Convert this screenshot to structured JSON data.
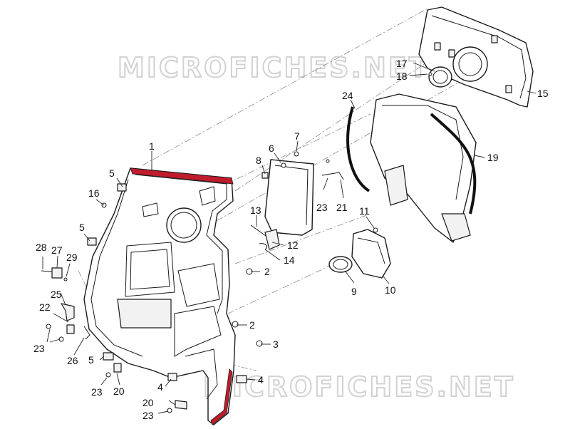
{
  "watermark": "MICROFICHES.NET",
  "accent_color": "#c01c2c",
  "callouts": [
    {
      "id": "c1",
      "label": "1"
    },
    {
      "id": "c2a",
      "label": "2"
    },
    {
      "id": "c2b",
      "label": "2"
    },
    {
      "id": "c3",
      "label": "3"
    },
    {
      "id": "c4a",
      "label": "4"
    },
    {
      "id": "c4b",
      "label": "4"
    },
    {
      "id": "c5a",
      "label": "5"
    },
    {
      "id": "c5b",
      "label": "5"
    },
    {
      "id": "c5c",
      "label": "5"
    },
    {
      "id": "c6",
      "label": "6"
    },
    {
      "id": "c7",
      "label": "7"
    },
    {
      "id": "c8",
      "label": "8"
    },
    {
      "id": "c9",
      "label": "9"
    },
    {
      "id": "c10",
      "label": "10"
    },
    {
      "id": "c11",
      "label": "11"
    },
    {
      "id": "c12",
      "label": "12"
    },
    {
      "id": "c13",
      "label": "13"
    },
    {
      "id": "c14",
      "label": "14"
    },
    {
      "id": "c15",
      "label": "15"
    },
    {
      "id": "c16",
      "label": "16"
    },
    {
      "id": "c17",
      "label": "17"
    },
    {
      "id": "c18",
      "label": "18"
    },
    {
      "id": "c19",
      "label": "19"
    },
    {
      "id": "c20a",
      "label": "20"
    },
    {
      "id": "c20b",
      "label": "20"
    },
    {
      "id": "c21",
      "label": "21"
    },
    {
      "id": "c22",
      "label": "22"
    },
    {
      "id": "c23a",
      "label": "23"
    },
    {
      "id": "c23b",
      "label": "23"
    },
    {
      "id": "c23c",
      "label": "23"
    },
    {
      "id": "c23d",
      "label": "23"
    },
    {
      "id": "c24",
      "label": "24"
    },
    {
      "id": "c25",
      "label": "25"
    },
    {
      "id": "c26",
      "label": "26"
    },
    {
      "id": "c27",
      "label": "27"
    },
    {
      "id": "c28",
      "label": "28"
    },
    {
      "id": "c29",
      "label": "29"
    }
  ]
}
